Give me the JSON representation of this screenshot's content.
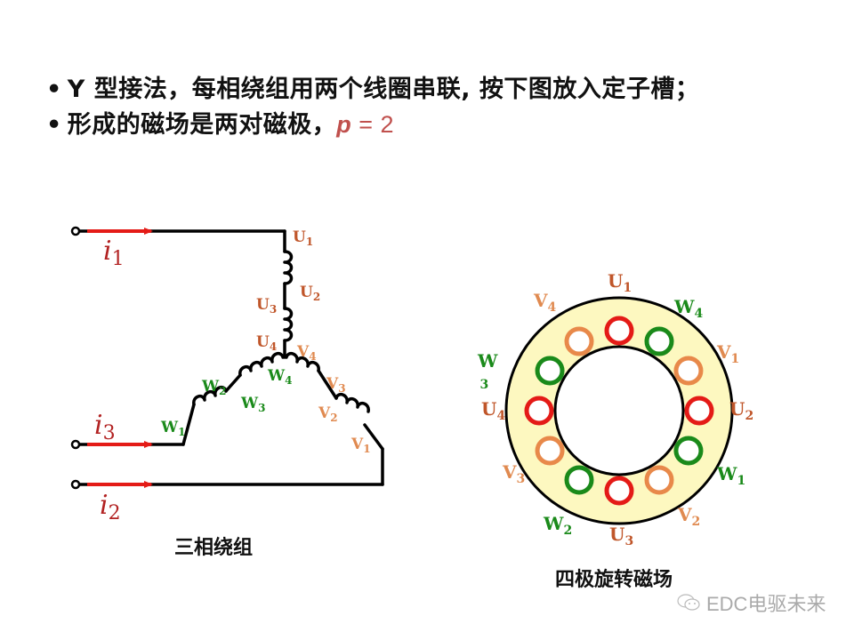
{
  "bullets": [
    {
      "text": "Y 型接法，每相绕组用两个线圈串联, 按下图放入定子槽；"
    },
    {
      "text": "形成的磁场是两对磁极，",
      "var": "p",
      "eq": " = 2"
    }
  ],
  "bullet_symbol": "•",
  "circuit": {
    "caption": "三相绕组",
    "currents": [
      {
        "name": "i",
        "sub": "1"
      },
      {
        "name": "i",
        "sub": "3"
      },
      {
        "name": "i",
        "sub": "2"
      }
    ],
    "labels": {
      "U1": {
        "main": "U",
        "sub": "1"
      },
      "U2": {
        "main": "U",
        "sub": "2"
      },
      "U3": {
        "main": "U",
        "sub": "3"
      },
      "U4": {
        "main": "U",
        "sub": "4"
      },
      "V1": {
        "main": "V",
        "sub": "1"
      },
      "V2": {
        "main": "V",
        "sub": "2"
      },
      "V3": {
        "main": "V",
        "sub": "3"
      },
      "V4": {
        "main": "V",
        "sub": "4"
      },
      "W1": {
        "main": "W",
        "sub": "1"
      },
      "W2": {
        "main": "W",
        "sub": "2"
      },
      "W3": {
        "main": "W",
        "sub": "3"
      },
      "W4": {
        "main": "W",
        "sub": "4"
      }
    }
  },
  "stator": {
    "caption": "四极旋转磁场",
    "labels": {
      "U1": {
        "main": "U",
        "sub": "1"
      },
      "W4": {
        "main": "W",
        "sub": "4"
      },
      "V1": {
        "main": "V",
        "sub": "1"
      },
      "U2": {
        "main": "U",
        "sub": "2"
      },
      "W1": {
        "main": "W",
        "sub": "1"
      },
      "V2": {
        "main": "V",
        "sub": "2"
      },
      "U3": {
        "main": "U",
        "sub": "3"
      },
      "W2": {
        "main": "W",
        "sub": "2"
      },
      "V3": {
        "main": "V",
        "sub": "3"
      },
      "U4": {
        "main": "U",
        "sub": "4"
      },
      "W3": {
        "main": "W",
        "sub": "3"
      },
      "V4": {
        "main": "V",
        "sub": "4"
      }
    },
    "slots": [
      "U",
      "W",
      "V",
      "U",
      "W",
      "V",
      "U",
      "W",
      "V",
      "U",
      "W",
      "V"
    ]
  },
  "colors": {
    "U": "#e41b17",
    "V": "#e8894a",
    "W": "#1a8a1a",
    "U_label": "#c0562a",
    "V_label": "#e08a50",
    "W_label": "#1a8a1a",
    "current_label": "#b22222",
    "arrow": "#e41b17",
    "ring_fill": "#fdf8c0",
    "accent": "#c0504d"
  },
  "watermark": "EDC电驱未来"
}
